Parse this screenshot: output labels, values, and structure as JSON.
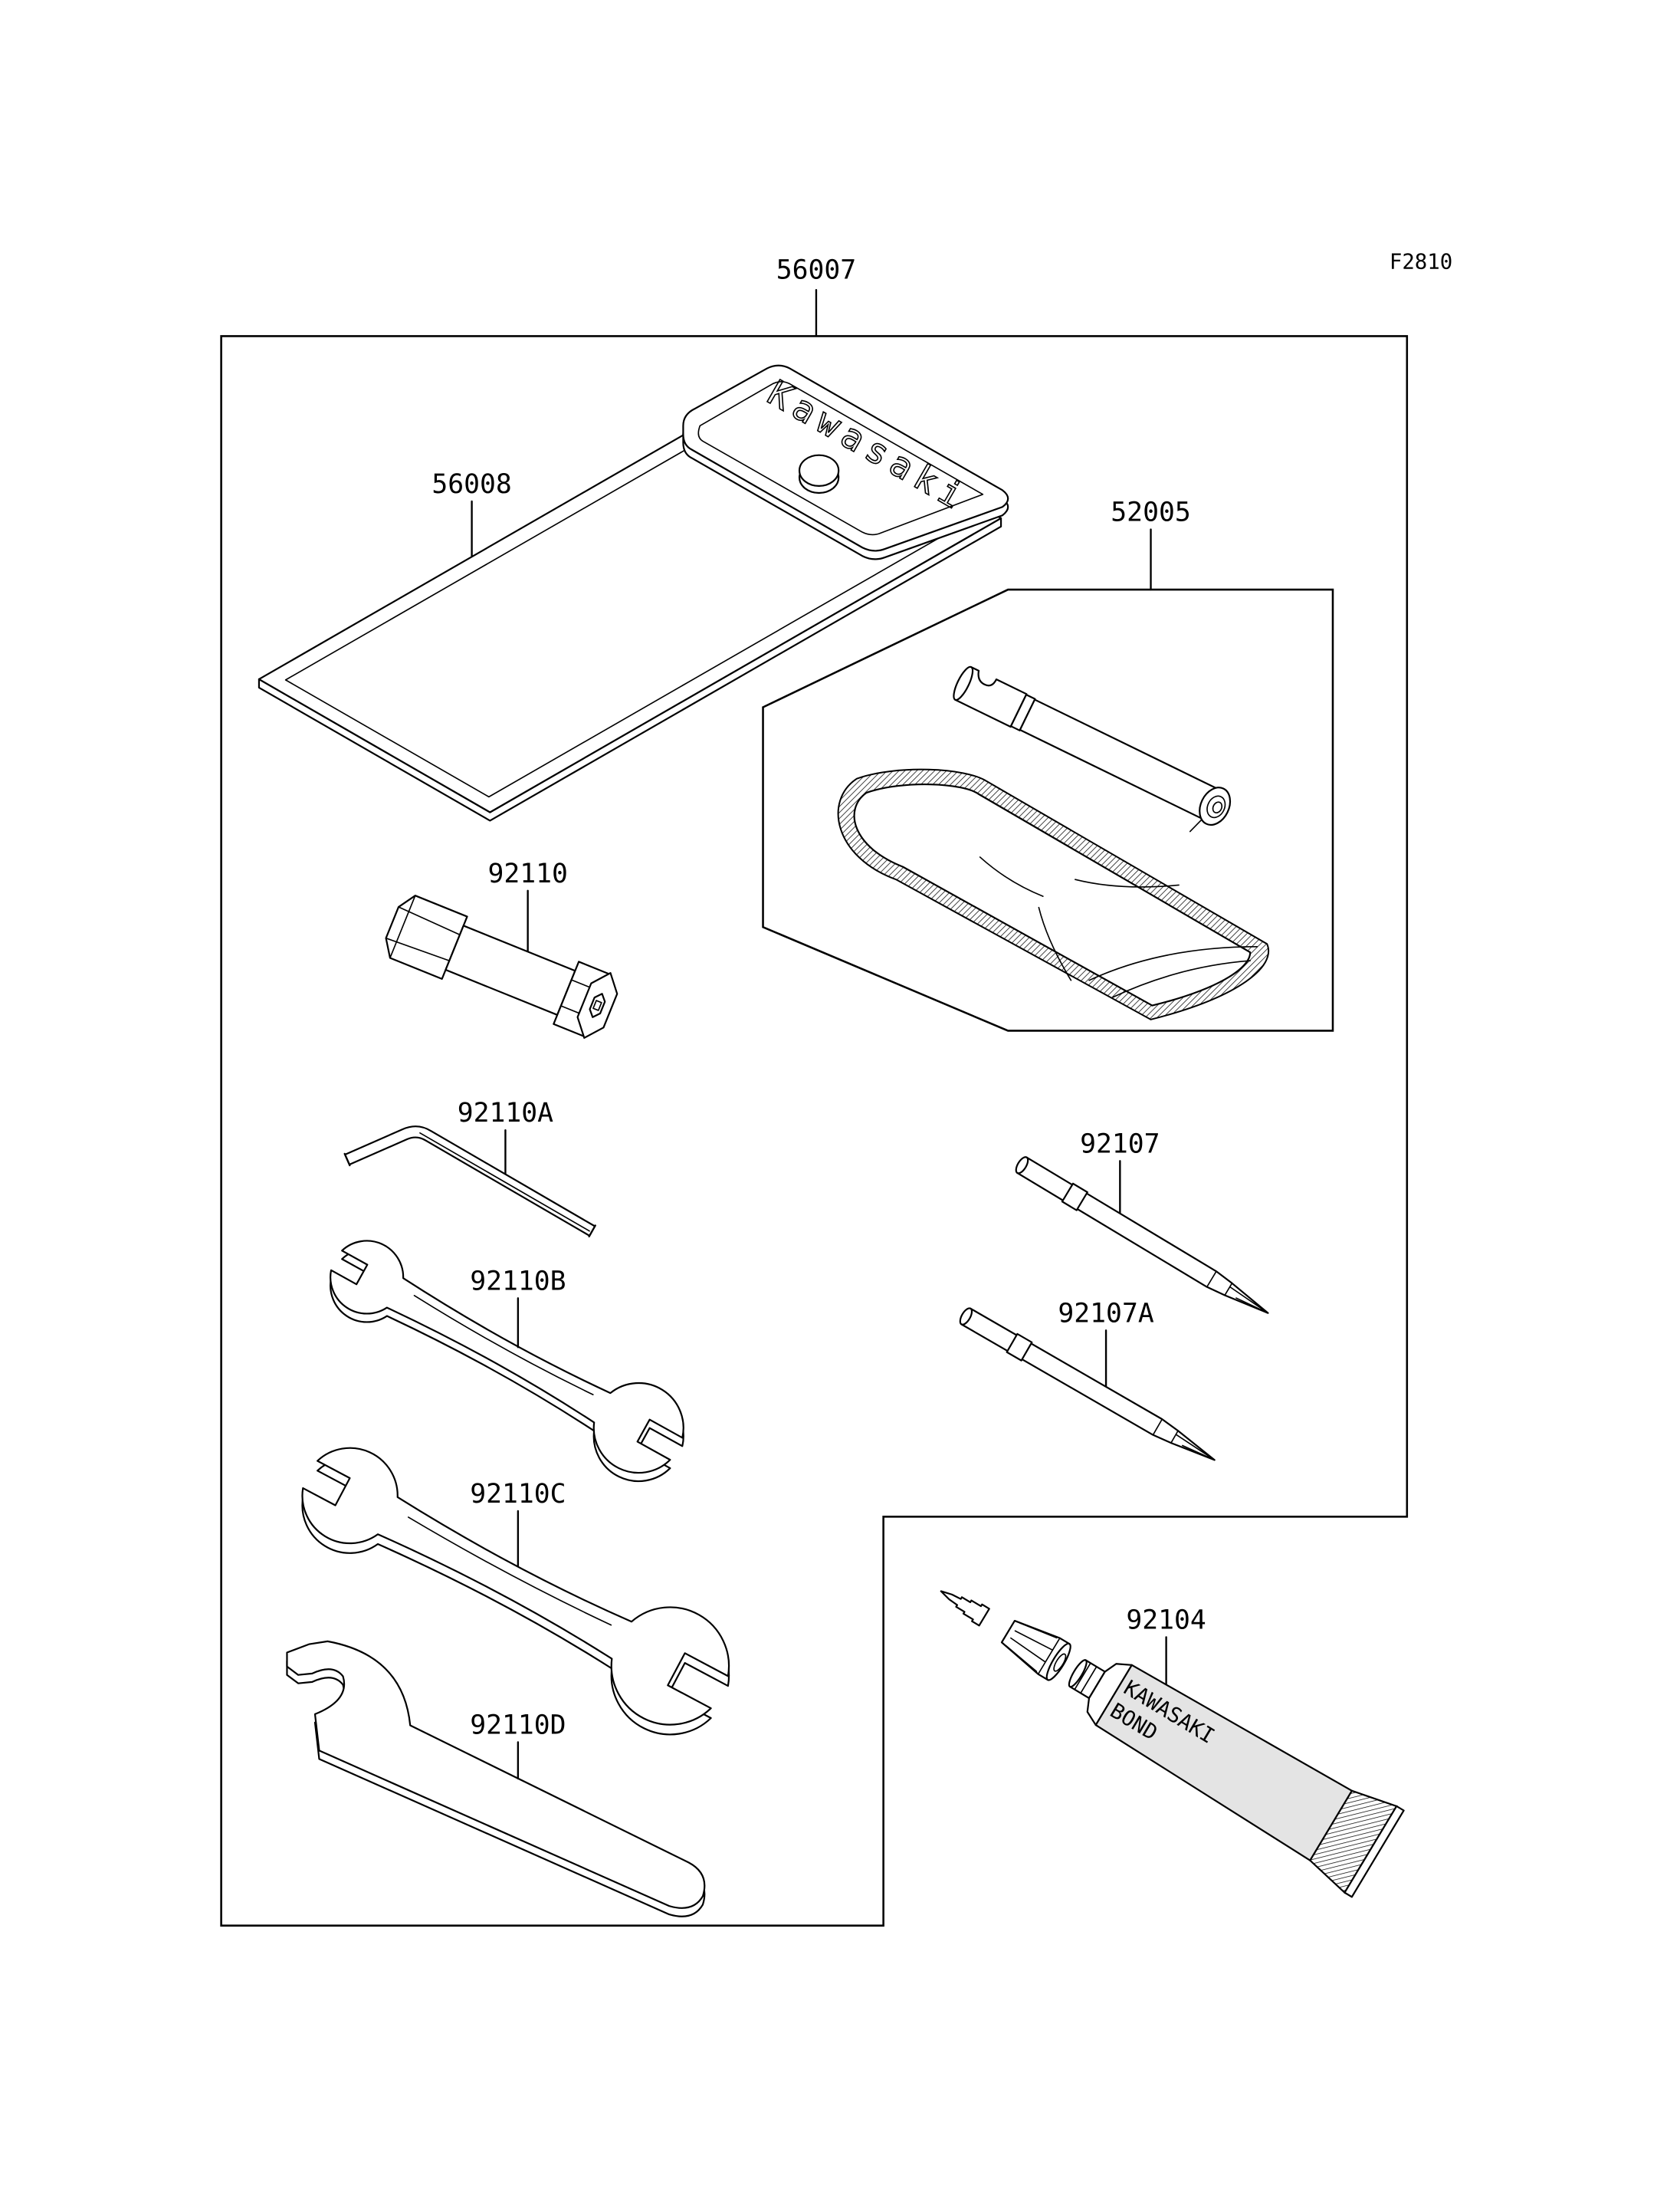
{
  "figure_code": "F2810",
  "labels": {
    "tool_kit": "56007",
    "pouch": "56008",
    "plug_kit": "52005",
    "plug_wrench": "92110",
    "hex_key": "92110A",
    "wrench_small": "92110B",
    "wrench_large": "92110C",
    "hook_spanner": "92110D",
    "driver_bit": "92107",
    "driver_bit_a": "92107A",
    "bond_tube": "92104"
  },
  "pouch_logo": "Kawasaki",
  "tube_print": {
    "line1": "KAWASAKI",
    "line2": "BOND"
  }
}
